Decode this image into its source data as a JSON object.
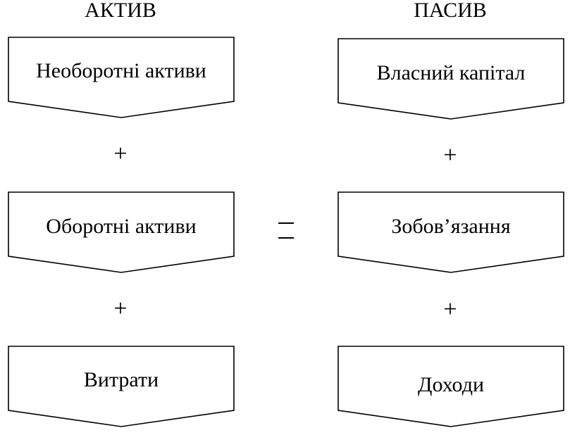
{
  "headings": {
    "left": "АКТИВ",
    "right": "ПАСИВ"
  },
  "left_column": {
    "box1": "Необоротні активи",
    "box2": "Оборотні активи",
    "box3": "Витрати"
  },
  "right_column": {
    "box1": "Власний капітал",
    "box2": "Зобов’язання",
    "box3": "Доходи"
  },
  "operators": {
    "plus": "+",
    "equals": "="
  }
}
